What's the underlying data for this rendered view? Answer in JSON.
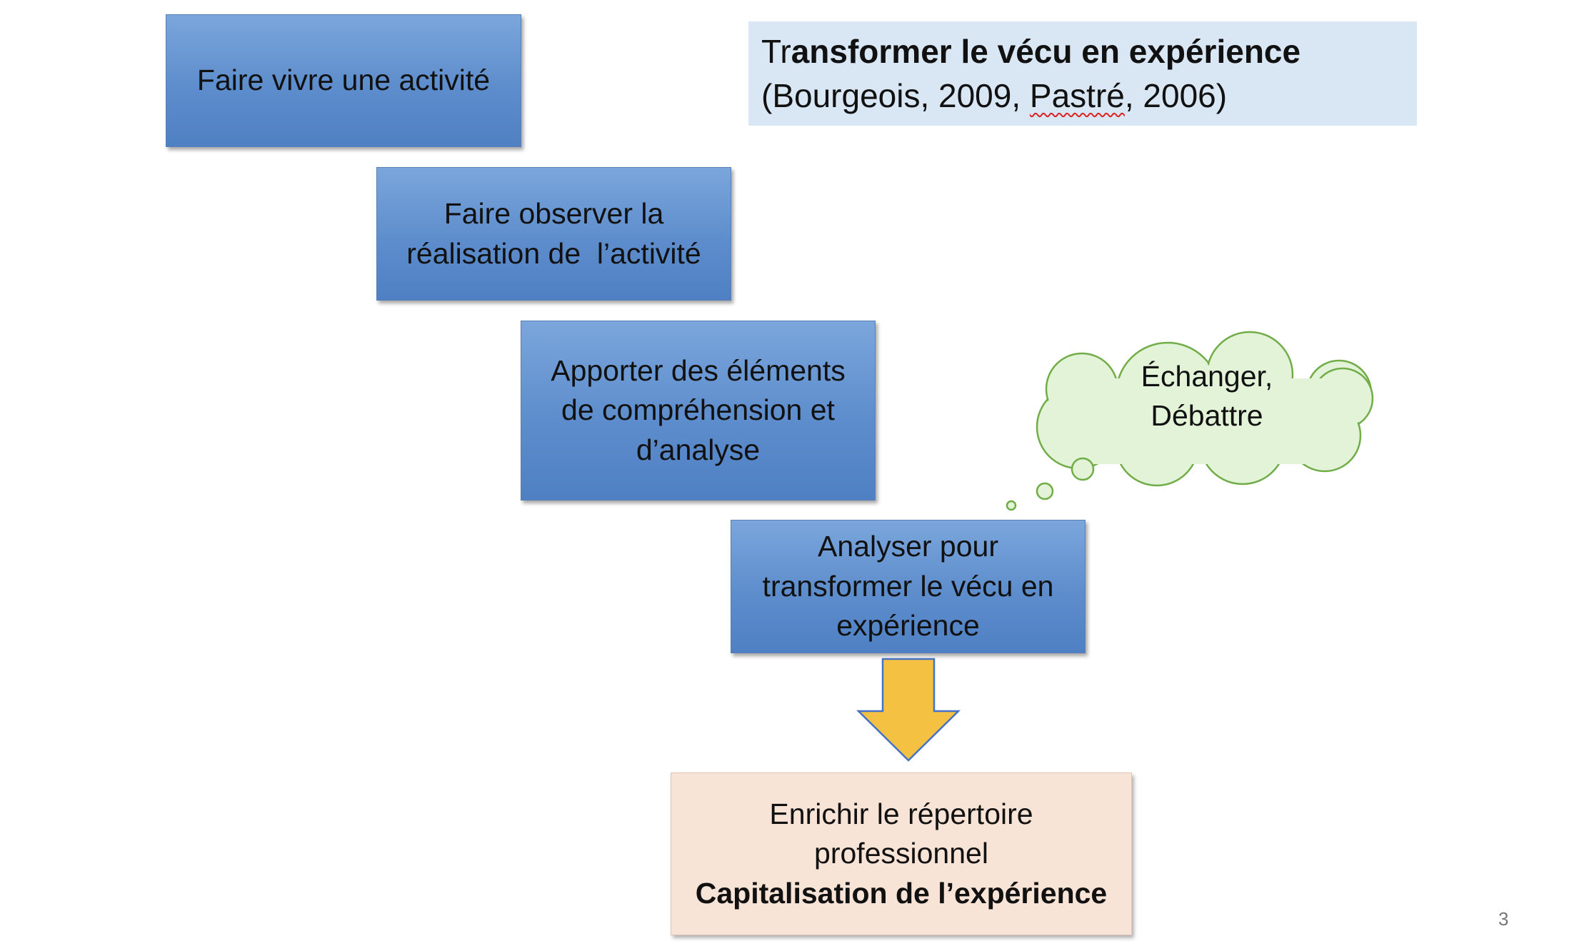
{
  "title": {
    "line1_prefix": "Tr",
    "line1_rest": "ansformer le vécu en expérience",
    "line2_open": "(Bourgeois, 2009, ",
    "line2_name": "Pastré",
    "line2_close": ", 2006)"
  },
  "steps": [
    {
      "lines": [
        "Faire vivre une activité"
      ]
    },
    {
      "lines": [
        "Faire observer la",
        "réalisation de  l’activité"
      ]
    },
    {
      "lines": [
        "Apporter des éléments",
        "de compréhension et",
        "d’analyse"
      ]
    },
    {
      "lines": [
        "Analyser pour",
        "transformer le vécu en",
        "expérience"
      ]
    }
  ],
  "thought_bubble": {
    "lines": [
      "Échanger,",
      "Débattre"
    ]
  },
  "result": {
    "line1": "Enrichir le répertoire",
    "line2": "professionnel",
    "line3": "Capitalisation de l’expérience"
  },
  "page_number": "3",
  "colors": {
    "step_box": "#5b8bcb",
    "title_box": "#d9e6f4",
    "cloud_fill": "#e3f3d8",
    "cloud_stroke": "#71ad47",
    "arrow_fill": "#f5c143",
    "arrow_stroke": "#4472c4",
    "result_box": "#f8e3d7"
  }
}
